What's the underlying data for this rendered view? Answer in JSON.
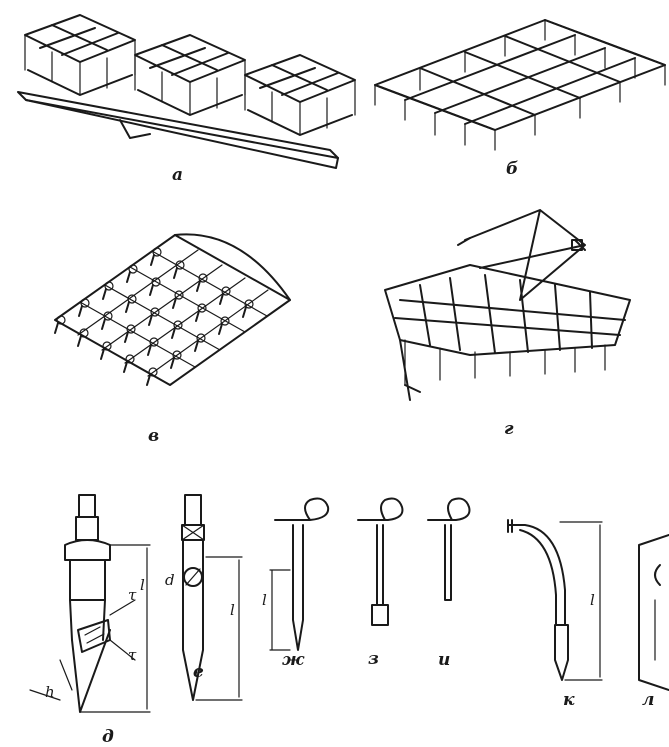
{
  "labels": {
    "a": "а",
    "b": "б",
    "v": "в",
    "g": "г",
    "d": "д",
    "e": "е",
    "zh": "ж",
    "z": "з",
    "i": "и",
    "k": "к",
    "l": "л"
  },
  "dimensions": {
    "length": "l",
    "height": "h",
    "angle": "τ",
    "diameter": "d"
  }
}
